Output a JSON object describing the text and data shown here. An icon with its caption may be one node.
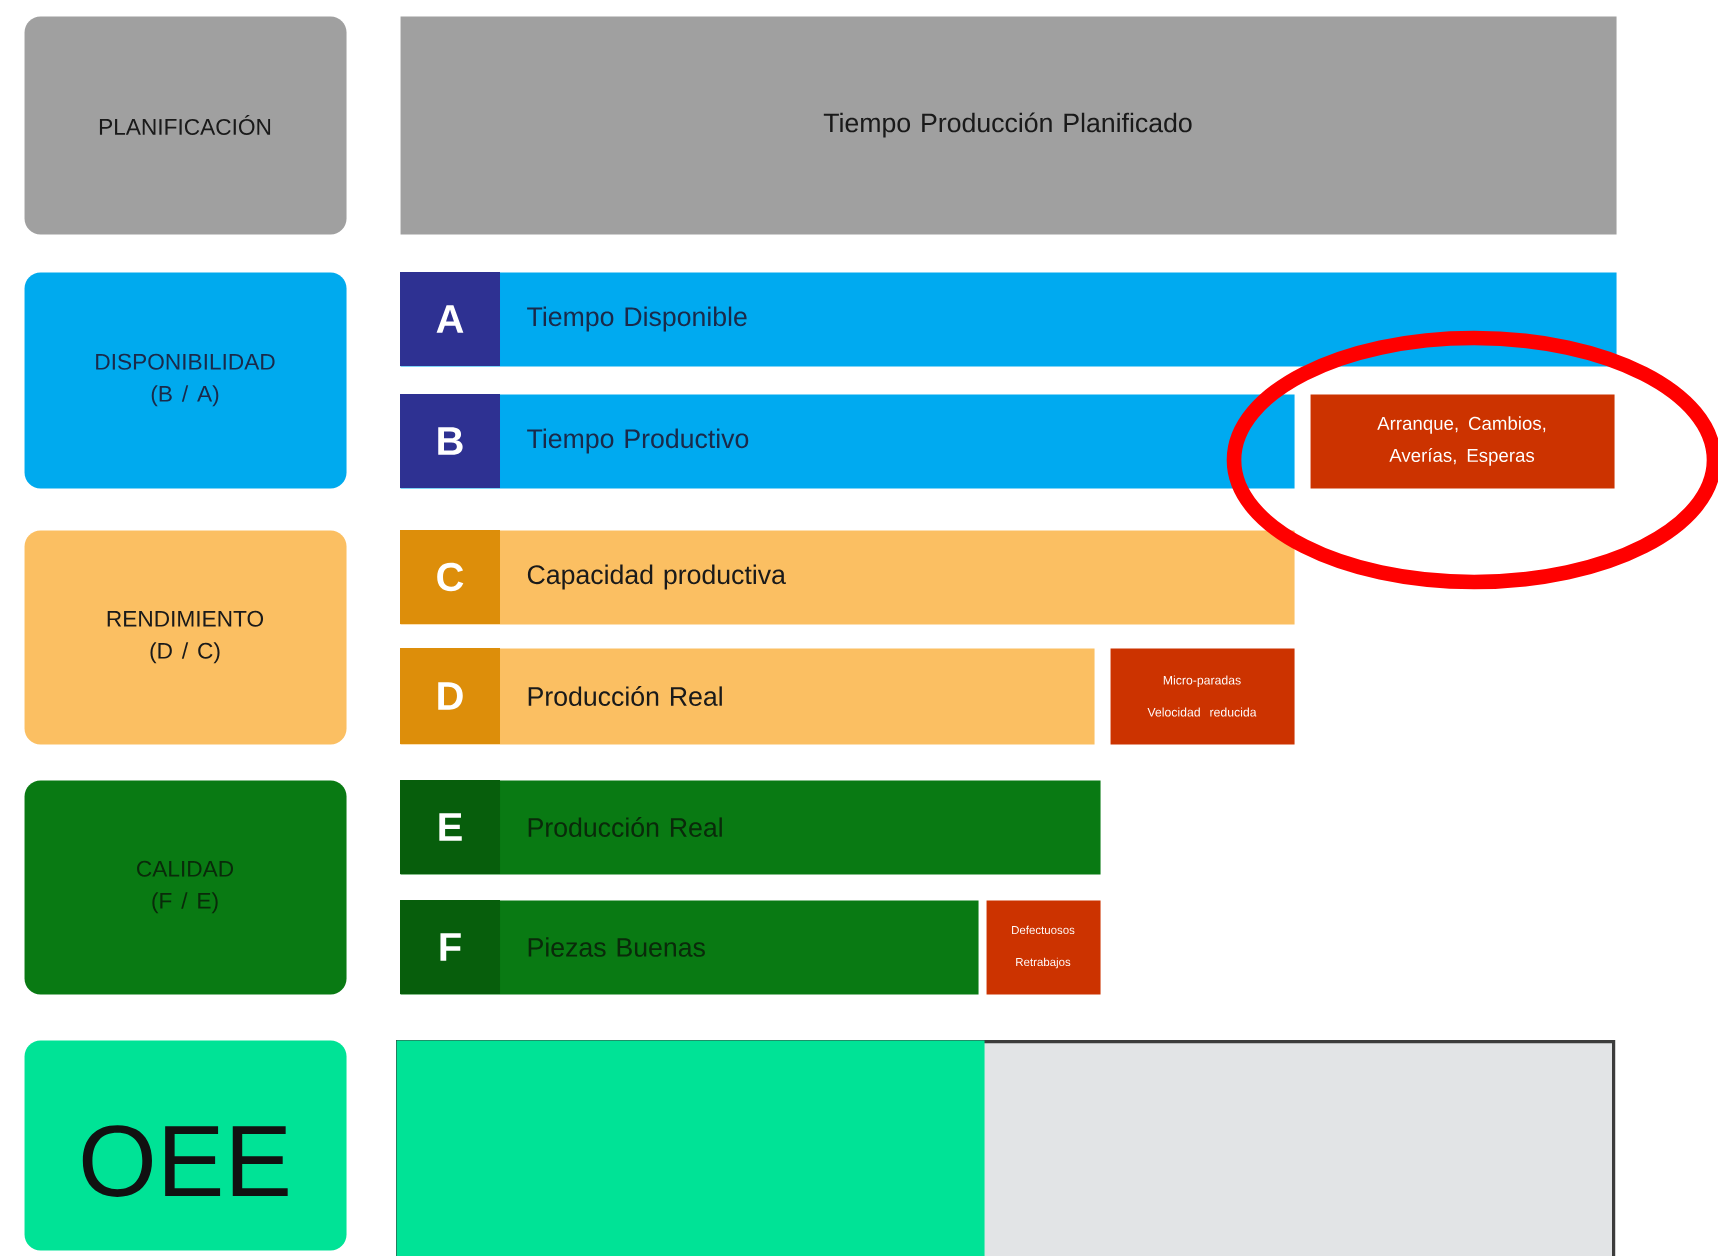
{
  "diagram": {
    "nodes": [
      {
        "text": [
          "PLANIFICACIÓN"
        ]
      },
      {
        "text": [
          "Tiempo Producción Planificado"
        ]
      },
      {
        "text": [
          "DISPONIBILIDAD (B / A)"
        ]
      },
      {
        "text": [
          "A",
          "Tiempo Disponible"
        ]
      },
      {
        "text": [
          "B",
          "Tiempo Productivo"
        ]
      },
      {
        "text": [
          "Arranque, Cambios, Averías, Esperas"
        ]
      },
      {
        "text": [
          "RENDIMIENTO (D / C)"
        ]
      },
      {
        "text": [
          "C",
          "Capacidad productiva"
        ]
      },
      {
        "text": [
          "D",
          "Producción Real"
        ]
      },
      {
        "text": [
          "Micro-paradas Velocidad reducida"
        ]
      },
      {
        "text": [
          "CALIDAD (F / E)"
        ]
      },
      {
        "text": [
          "E",
          "Producción Real"
        ]
      },
      {
        "text": [
          "F",
          "Piezas Buenas"
        ]
      },
      {
        "text": [
          "Defectuosos Retrabajos"
        ]
      },
      {
        "text": [
          "OEE"
        ]
      },
      {
        "text": [],
        "shape": "box"
      },
      {
        "text": [],
        "shape": "bar",
        "in": 15
      }
    ]
  }
}
